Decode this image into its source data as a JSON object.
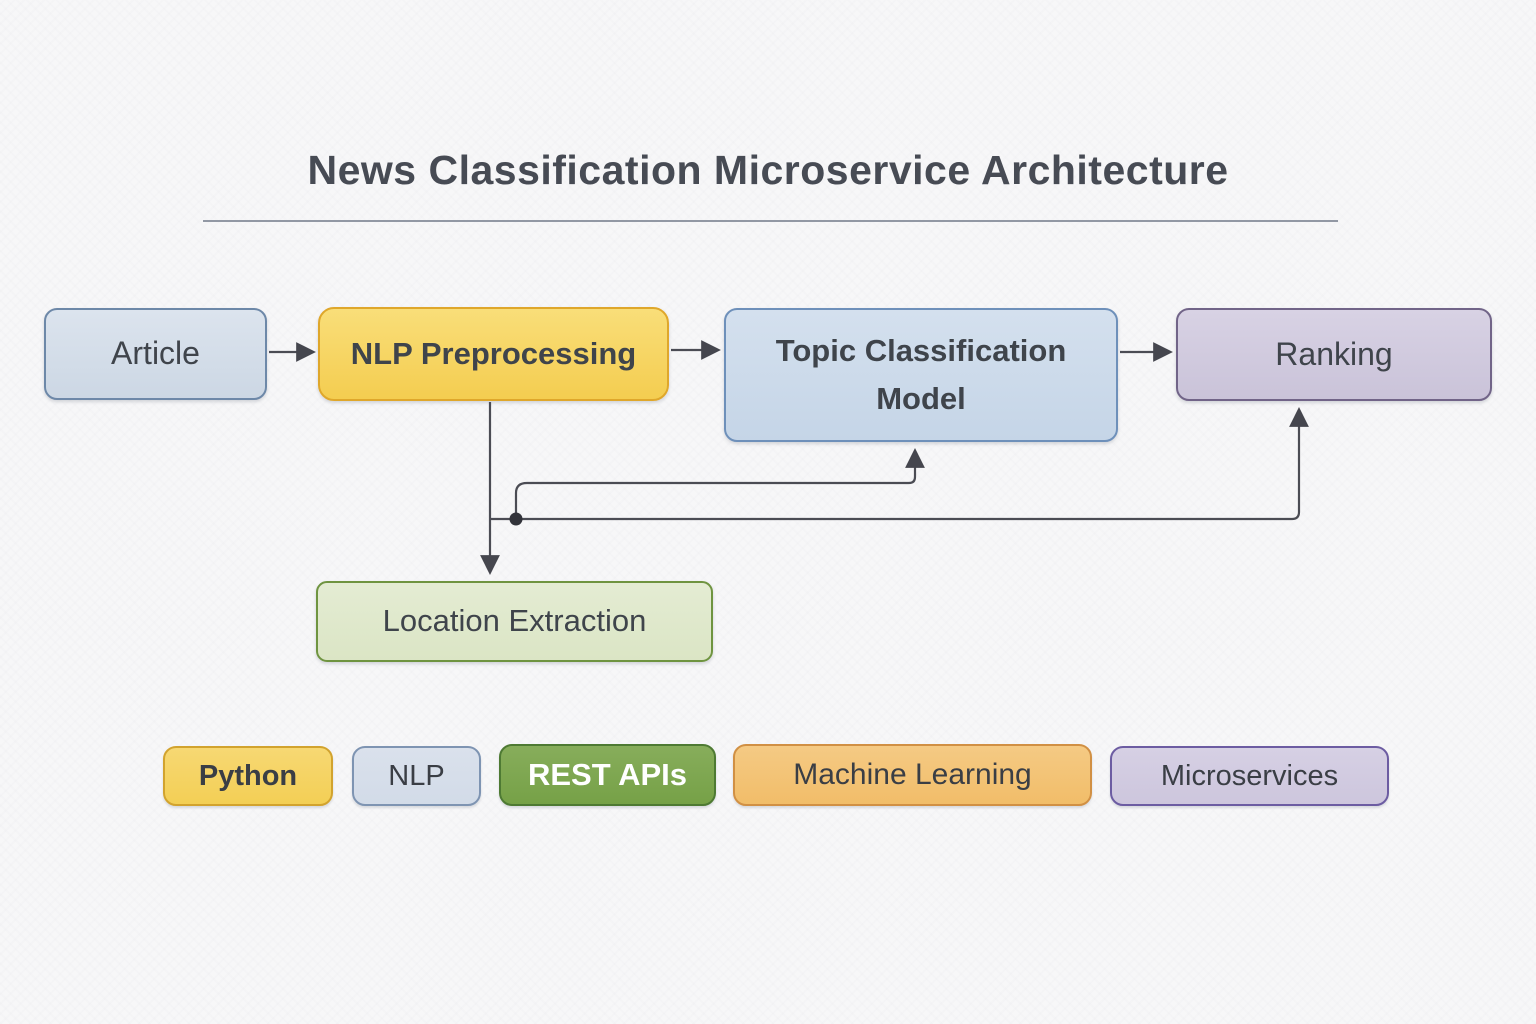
{
  "title": "News Classification Microservice Architecture",
  "nodes": [
    {
      "id": "article",
      "label": "Article",
      "color": "#cfd9e5",
      "border": "#6d88a8"
    },
    {
      "id": "nlp-preprocessing",
      "label": "NLP Preprocessing",
      "color": "#f6d35e",
      "border": "#dfa72b"
    },
    {
      "id": "topic-classification-model",
      "label": "Topic Classification Model",
      "color": "#cbd9e9",
      "border": "#6e90ba"
    },
    {
      "id": "ranking",
      "label": "Ranking",
      "color": "#cfc8dd",
      "border": "#716488"
    },
    {
      "id": "location-extraction",
      "label": "Location Extraction",
      "color": "#dfe8cc",
      "border": "#6f9440"
    }
  ],
  "edges": [
    {
      "from": "article",
      "to": "nlp-preprocessing"
    },
    {
      "from": "nlp-preprocessing",
      "to": "topic-classification-model"
    },
    {
      "from": "topic-classification-model",
      "to": "ranking"
    },
    {
      "from": "nlp-preprocessing",
      "to": "location-extraction"
    },
    {
      "from": "nlp-preprocessing",
      "to": "topic-classification-model",
      "via": "lower-branch"
    },
    {
      "from": "nlp-preprocessing",
      "to": "ranking",
      "via": "lower-branch"
    }
  ],
  "tags": [
    {
      "id": "python",
      "label": "Python",
      "color": "#f5d466",
      "border": "#d2a32e",
      "text_color": "#3a3e45"
    },
    {
      "id": "nlp",
      "label": "NLP",
      "color": "#d6deea",
      "border": "#7e94b2",
      "text_color": "#3a3e45"
    },
    {
      "id": "rest-apis",
      "label": "REST APIs",
      "color": "#7ea751",
      "border": "#4e7a33",
      "text_color": "#ffffff"
    },
    {
      "id": "machine-learning",
      "label": "Machine Learning",
      "color": "#f3c377",
      "border": "#d19044",
      "text_color": "#3a3e45"
    },
    {
      "id": "microservices",
      "label": "Microservices",
      "color": "#d2cbe1",
      "border": "#6c5ca2",
      "text_color": "#3a3e45"
    }
  ],
  "colors": {
    "background": "#f7f7f8",
    "connector": "#4b4c54",
    "title_text": "#474b54",
    "node_text": "#3f444b",
    "divider": "#9298a4"
  }
}
